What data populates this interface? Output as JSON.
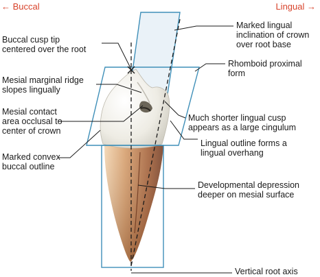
{
  "header": {
    "left": "← Buccal",
    "right": "Lingual →"
  },
  "labels": {
    "buccal_cusp_tip": "Buccal cusp tip\ncentered over the root",
    "mesial_marginal_ridge": "Mesial marginal ridge\nslopes lingually",
    "mesial_contact": "Mesial contact\narea occlusal to\ncenter of crown",
    "convex_buccal": "Marked convex\nbuccal outline",
    "lingual_inclination": "Marked lingual\ninclination of crown\nover root base",
    "rhomboid": "Rhomboid proximal\nform",
    "lingual_cusp": "Much shorter lingual cusp\nappears as a large cingulum",
    "lingual_overhang": "Lingual outline forms a\nlingual overhang",
    "developmental_depression": "Developmental depression\ndeeper on mesial surface",
    "root_axis": "Vertical root axis"
  },
  "colors": {
    "header": "#d8432b",
    "outline": "#3f8fb8",
    "band_fill": "#eaf2f8",
    "root_light": "#e9c39a",
    "root_dark": "#7a3f22",
    "crown": "#f4f3ee"
  }
}
